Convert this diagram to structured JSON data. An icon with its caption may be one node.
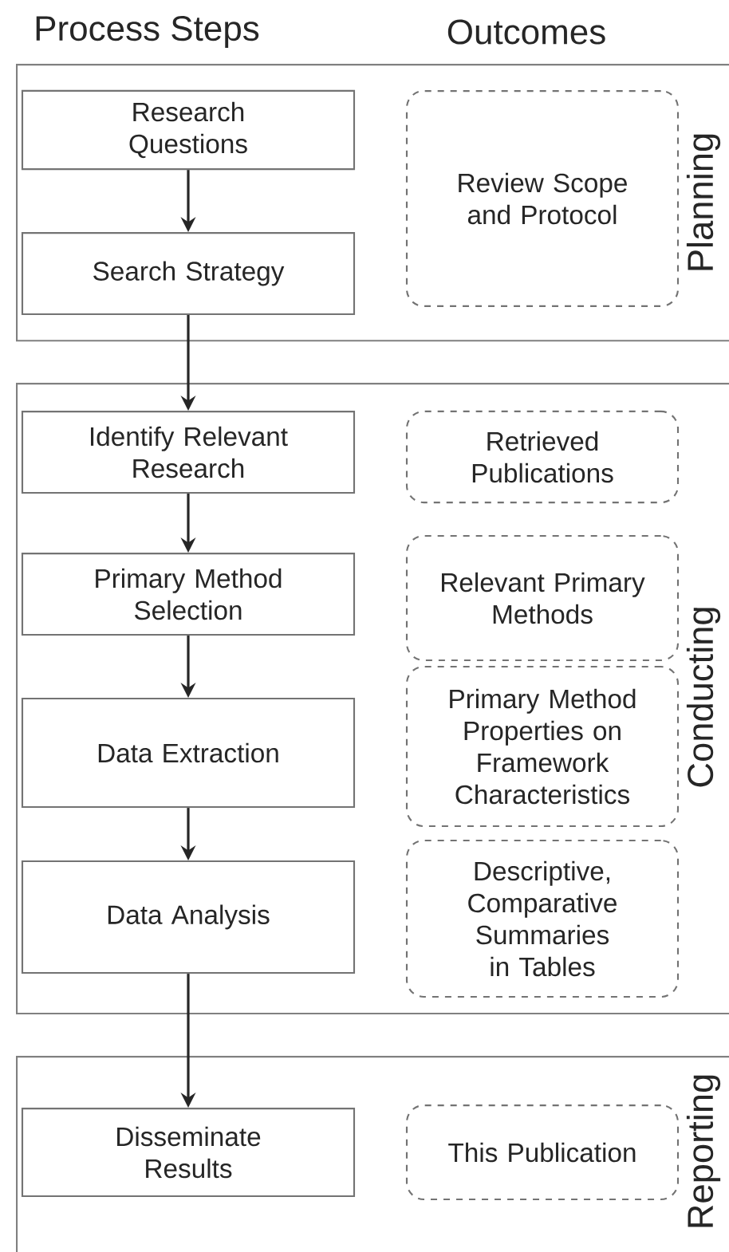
{
  "diagram": {
    "nodes": [
      {
        "text": [
          "Planning"
        ]
      },
      {
        "text": [
          "Research Questions"
        ],
        "in": 0
      },
      {
        "text": [
          "Search Strategy"
        ],
        "in": 0
      },
      {
        "text": [
          "Review Scope and Protocol"
        ],
        "in": 0
      },
      {
        "text": [
          "Conducting"
        ]
      },
      {
        "text": [
          "Identify Relevant Research"
        ],
        "in": 4
      },
      {
        "text": [
          "Retrieved Publications"
        ],
        "in": 4
      },
      {
        "text": [
          "Primary Method Selection"
        ],
        "in": 4
      },
      {
        "text": [
          "Relevant Primary Methods"
        ],
        "in": 4
      },
      {
        "text": [
          "Data Extraction"
        ],
        "in": 4
      },
      {
        "text": [
          "Primary Method Properties on Framework Characteristics"
        ],
        "in": 4
      },
      {
        "text": [
          "Data Analysis"
        ],
        "in": 4
      },
      {
        "text": [
          "Descriptive, Comparative Summaries in Tables"
        ],
        "in": 4
      },
      {
        "text": [
          "Reporting"
        ]
      },
      {
        "text": [
          "Disseminate Results"
        ],
        "in": 13
      },
      {
        "text": [
          "This Publication"
        ],
        "in": 13
      }
    ],
    "edges": [
      {
        "from": 1,
        "to": 2,
        "arrow": "to"
      },
      {
        "from": 2,
        "to": 5,
        "arrow": "to"
      },
      {
        "from": 5,
        "to": 7,
        "arrow": "to"
      },
      {
        "from": 7,
        "to": 9,
        "arrow": "to"
      },
      {
        "from": 9,
        "to": 11,
        "arrow": "to"
      },
      {
        "from": 11,
        "to": 14,
        "arrow": "to"
      }
    ],
    "labels": [
      "Process Steps",
      "Outcomes"
    ]
  }
}
